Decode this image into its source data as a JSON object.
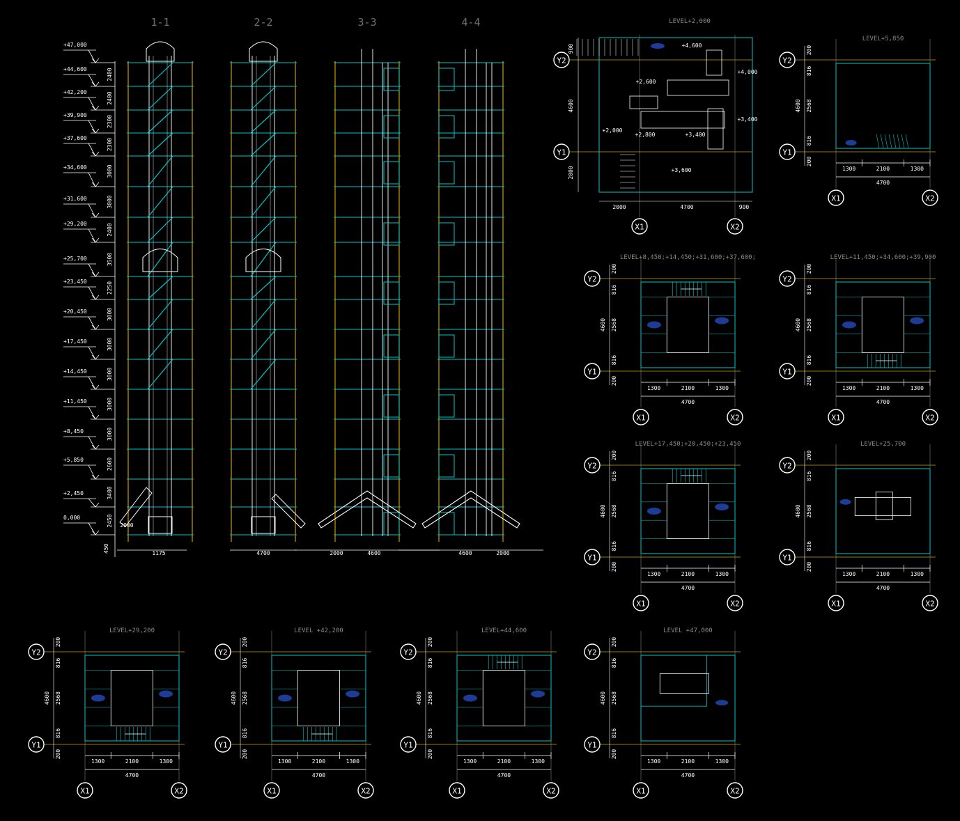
{
  "sections": [
    "1-1",
    "2-2",
    "3-3",
    "4-4"
  ],
  "elevation_labels": [
    "+47,000",
    "+44,600",
    "+42,200",
    "+39,900",
    "+37,600",
    "+34,600",
    "+31,600",
    "+29,200",
    "+25,700",
    "+23,450",
    "+20,450",
    "+17,450",
    "+14,450",
    "+11,450",
    "+8,450",
    "+5,850",
    "+2,450",
    "0,000"
  ],
  "floor_heights": [
    "2400",
    "2400",
    "2300",
    "2300",
    "3000",
    "3000",
    "2400",
    "3500",
    "2250",
    "3000",
    "3000",
    "3000",
    "3000",
    "3000",
    "2600",
    "3400",
    "2450"
  ],
  "section_dims": {
    "s1_base": "1175",
    "s1_side": "2000",
    "s1_offset": "450",
    "s2_base": "4700",
    "s3_left": "2000",
    "s3_base": "4600",
    "s4_base": "4600",
    "s4_right": "2000"
  },
  "plan_grid": {
    "x1": "X1",
    "x2": "X2",
    "y1": "Y1",
    "y2": "Y2",
    "bottom_dims": [
      "1300",
      "2100",
      "1300"
    ],
    "total_width": "4700",
    "total_depth": "4600",
    "side_dims": [
      "200",
      "816",
      "2568",
      "816",
      "200"
    ]
  },
  "plan_2000": {
    "title": "LEVEL+2,000",
    "bottom_dims": [
      "2000",
      "4700",
      "900"
    ],
    "left_dims": [
      "900",
      "4600",
      "2000"
    ],
    "levels": [
      "+4,600",
      "+4,000",
      "+2,600",
      "+2,000",
      "+2,800",
      "+3,400",
      "+3,400",
      "+3,600"
    ]
  },
  "plans": [
    {
      "title": "LEVEL+5,850"
    },
    {
      "title": "LEVEL+8,450;+14,450;+31,600;+37,600;"
    },
    {
      "title": "LEVEL+11,450;+34,600;+39,900"
    },
    {
      "title": "LEVEL+17,450;+20,450;+23,450"
    },
    {
      "title": "LEVEL+25,700"
    },
    {
      "title": "LEVEL+29,200"
    },
    {
      "title": "LEVEL +42,200"
    },
    {
      "title": "LEVEL+44,600"
    },
    {
      "title": "LEVEL +47,000"
    }
  ],
  "colors": {
    "background": "#000000",
    "line": "#ffffff",
    "cyan": "#00c8c8",
    "yellow": "#c8a000",
    "grey": "#808080",
    "blue": "#1e3c96"
  }
}
